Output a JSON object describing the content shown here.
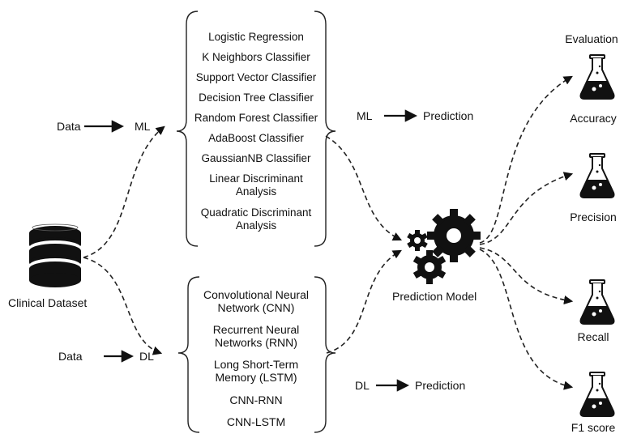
{
  "data_left_top": "Data",
  "ml_label_left": "ML",
  "data_left_bottom": "Data",
  "dl_label_left": "DL",
  "dataset_label": "Clinical Dataset",
  "ml_models": [
    "Logistic Regression",
    "K Neighbors Classifier",
    "Support Vector Classifier",
    "Decision Tree Classifier",
    "Random Forest Classifier",
    "AdaBoost Classifier",
    "GaussianNB Classifier",
    "Linear Discriminant",
    "Analysis",
    "Quadratic Discriminant",
    "Analysis"
  ],
  "dl_models": [
    "Convolutional Neural",
    "Network (CNN)",
    "Recurrent Neural",
    "Networks (RNN)",
    "Long Short-Term",
    "Memory (LSTM)",
    "CNN-RNN",
    "CNN-LSTM"
  ],
  "ml_pred": {
    "src": "ML",
    "dst": "Prediction"
  },
  "dl_pred": {
    "src": "DL",
    "dst": "Prediction"
  },
  "model_label": "Prediction Model",
  "evaluation_title": "Evaluation",
  "metrics": [
    "Accuracy",
    "Precision",
    "Recall",
    "F1 score"
  ]
}
